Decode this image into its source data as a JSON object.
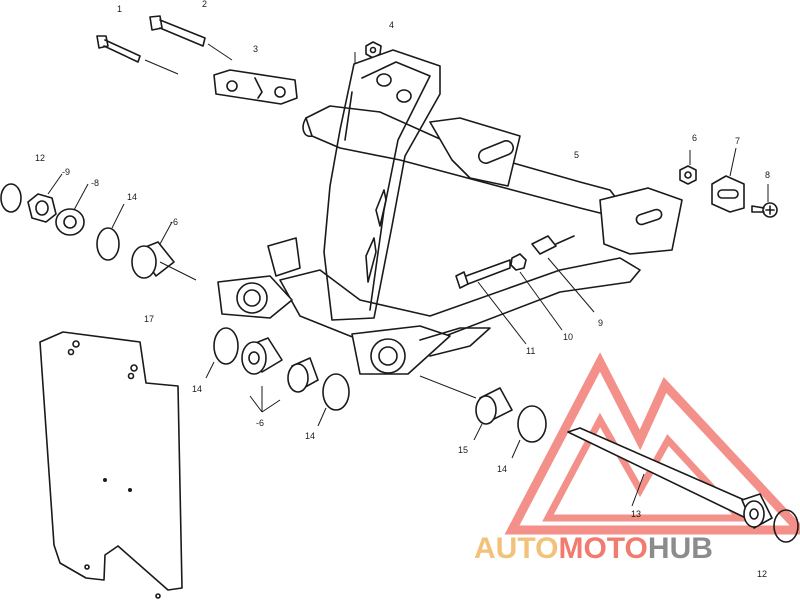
{
  "callouts": {
    "c1": "1",
    "c2": "2",
    "c3": "3",
    "c4": "4",
    "c5": "5",
    "c6": "6",
    "c7": "7",
    "c8": "8",
    "c9": "9",
    "c10": "10",
    "c11": "11",
    "c12a": "12",
    "c12b": "12",
    "c13": "13",
    "c14a": "14",
    "c14b": "14",
    "c14c": "14",
    "c14d": "14",
    "c15": "15",
    "c16a": "-6",
    "c16b": "-6",
    "c17": "17",
    "c18": "-8",
    "c19": "-9"
  },
  "watermark": {
    "part1": "AUTO",
    "part2": "MOTO",
    "part3": "HUB",
    "color_auto": "#f3c27a",
    "color_moto": "#f07b6e",
    "color_hub": "#8c8c8c",
    "logo_color": "#f06b62"
  }
}
